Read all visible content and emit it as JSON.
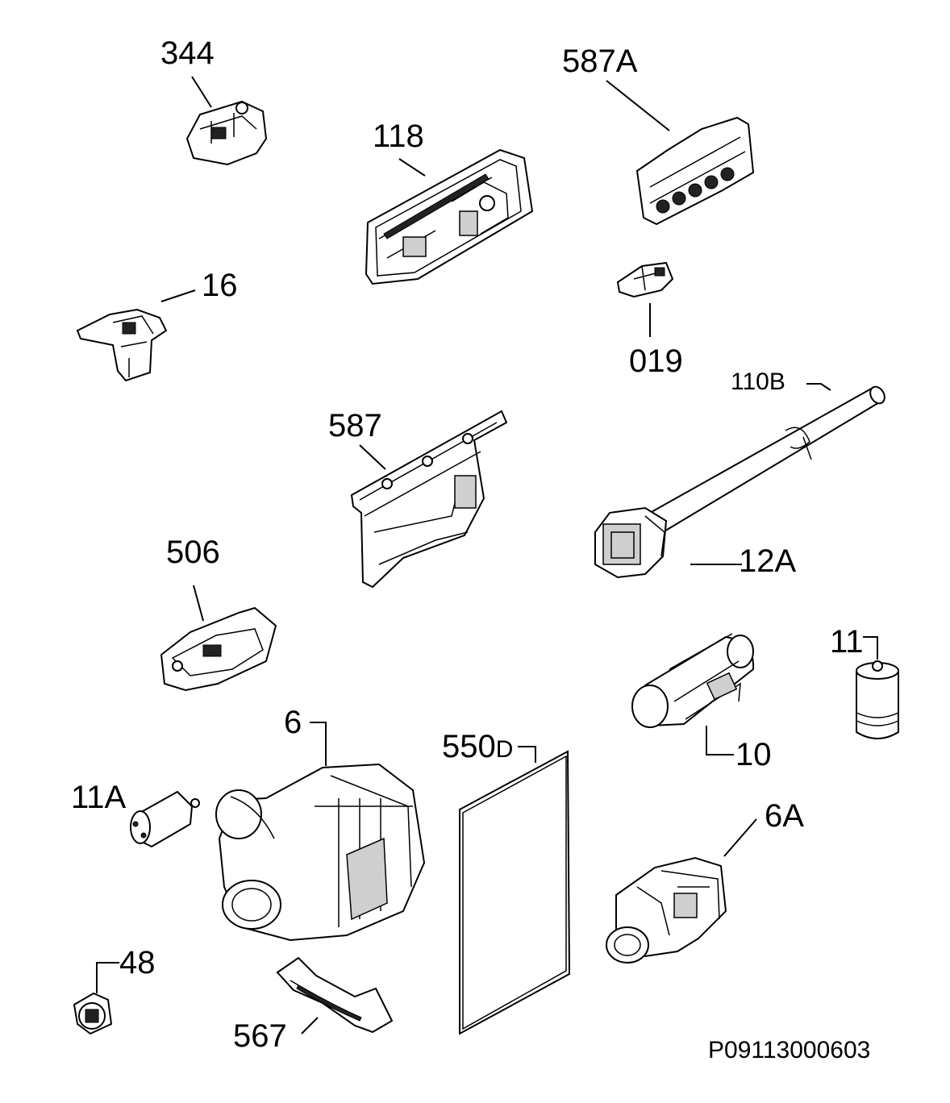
{
  "diagram": {
    "labels": {
      "p344": "344",
      "p118": "118",
      "p587a": "587A",
      "p16": "16",
      "p019": "019",
      "p110b": "110B",
      "p587": "587",
      "p12a": "12A",
      "p506": "506",
      "p11": "11",
      "p10": "10",
      "p6": "6",
      "p550": "550",
      "p550_suffix": "D",
      "p11a": "11A",
      "p6a": "6A",
      "p48": "48",
      "p567": "567"
    },
    "drawing_code": "P09113000603"
  }
}
